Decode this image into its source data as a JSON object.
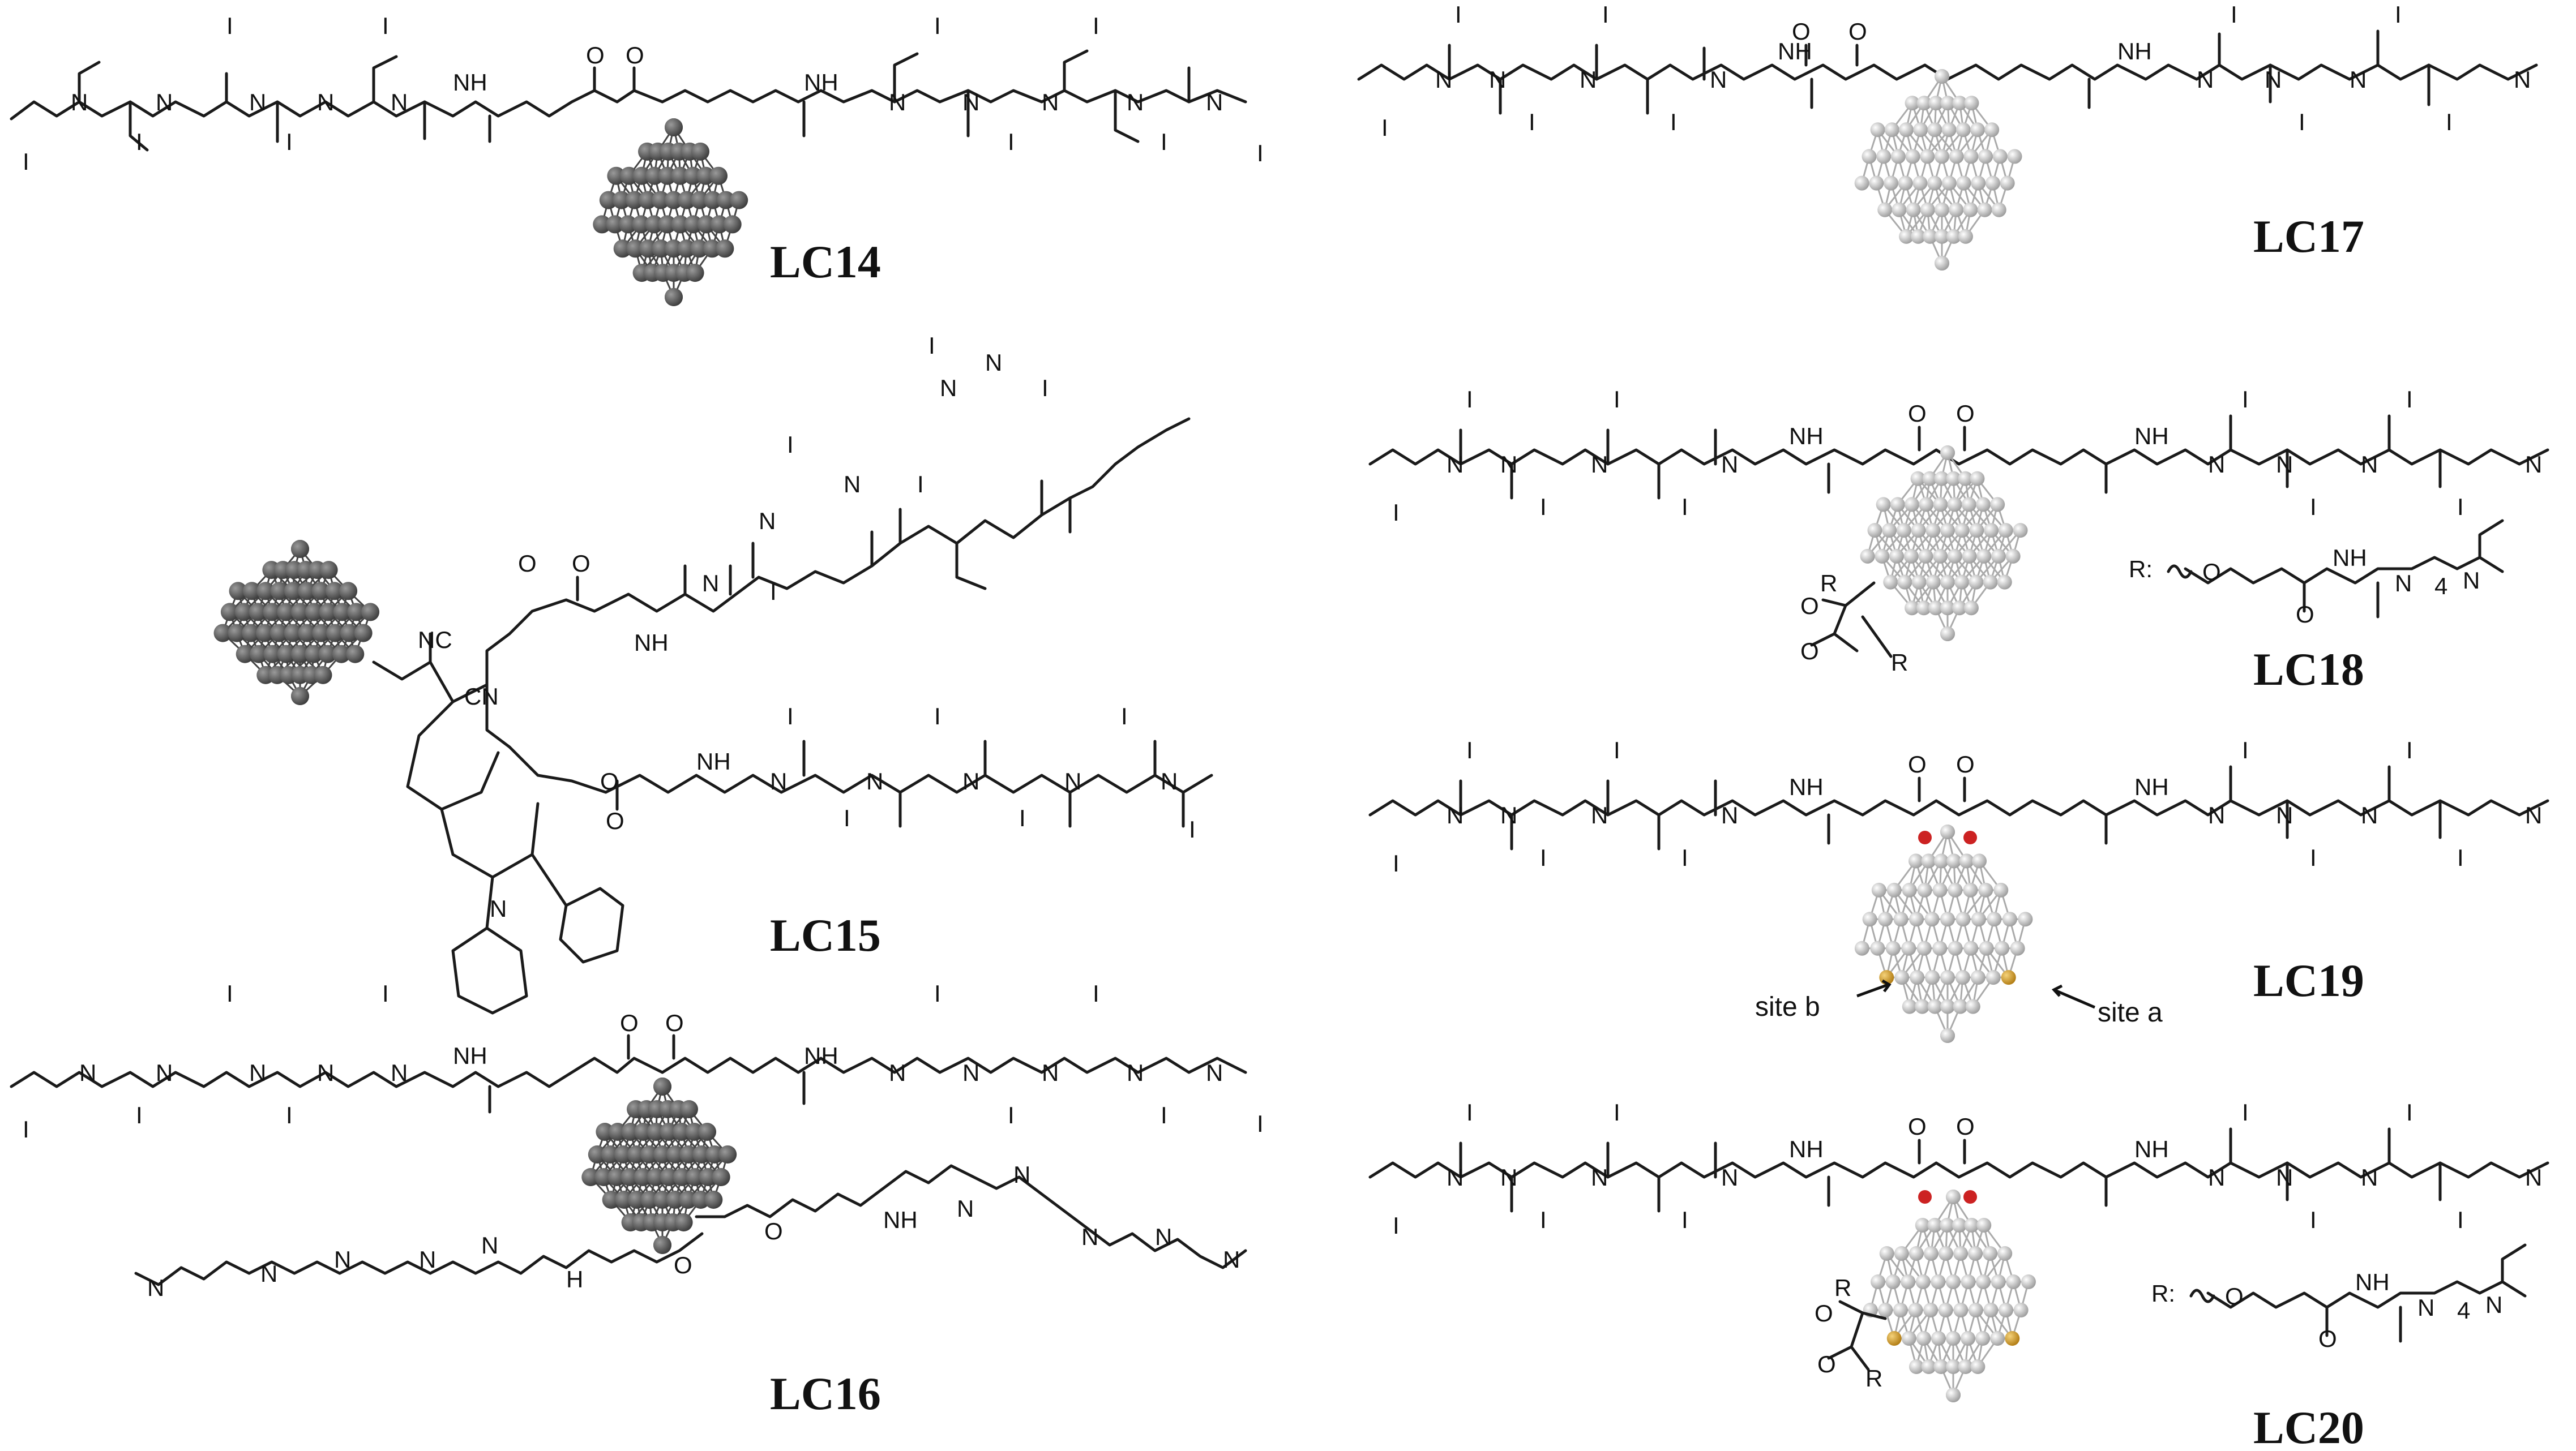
{
  "compounds": [
    {
      "id": "LC14",
      "label": "LC14"
    },
    {
      "id": "LC15",
      "label": "LC15"
    },
    {
      "id": "LC16",
      "label": "LC16"
    },
    {
      "id": "LC17",
      "label": "LC17"
    },
    {
      "id": "LC18",
      "label": "LC18"
    },
    {
      "id": "LC19",
      "label": "LC19"
    },
    {
      "id": "LC20",
      "label": "LC20"
    }
  ],
  "atoms": {
    "nitrogen": "N",
    "amide": "NH",
    "amide_h": "H",
    "oxygen": "O",
    "iodide": "I",
    "nitrile": "NC",
    "nitrile2": "CN",
    "r_group": "R",
    "r_def": "R:",
    "repeat": "4"
  },
  "annotations": {
    "site_a": "site a",
    "site_b": "site b"
  },
  "colors": {
    "bond": "#1a1a1a",
    "fullerene_dark": "#555555",
    "fullerene_light": "#c8c8c8",
    "highlight_site": "#d9a326",
    "oxygen_red": "#cc2222"
  }
}
